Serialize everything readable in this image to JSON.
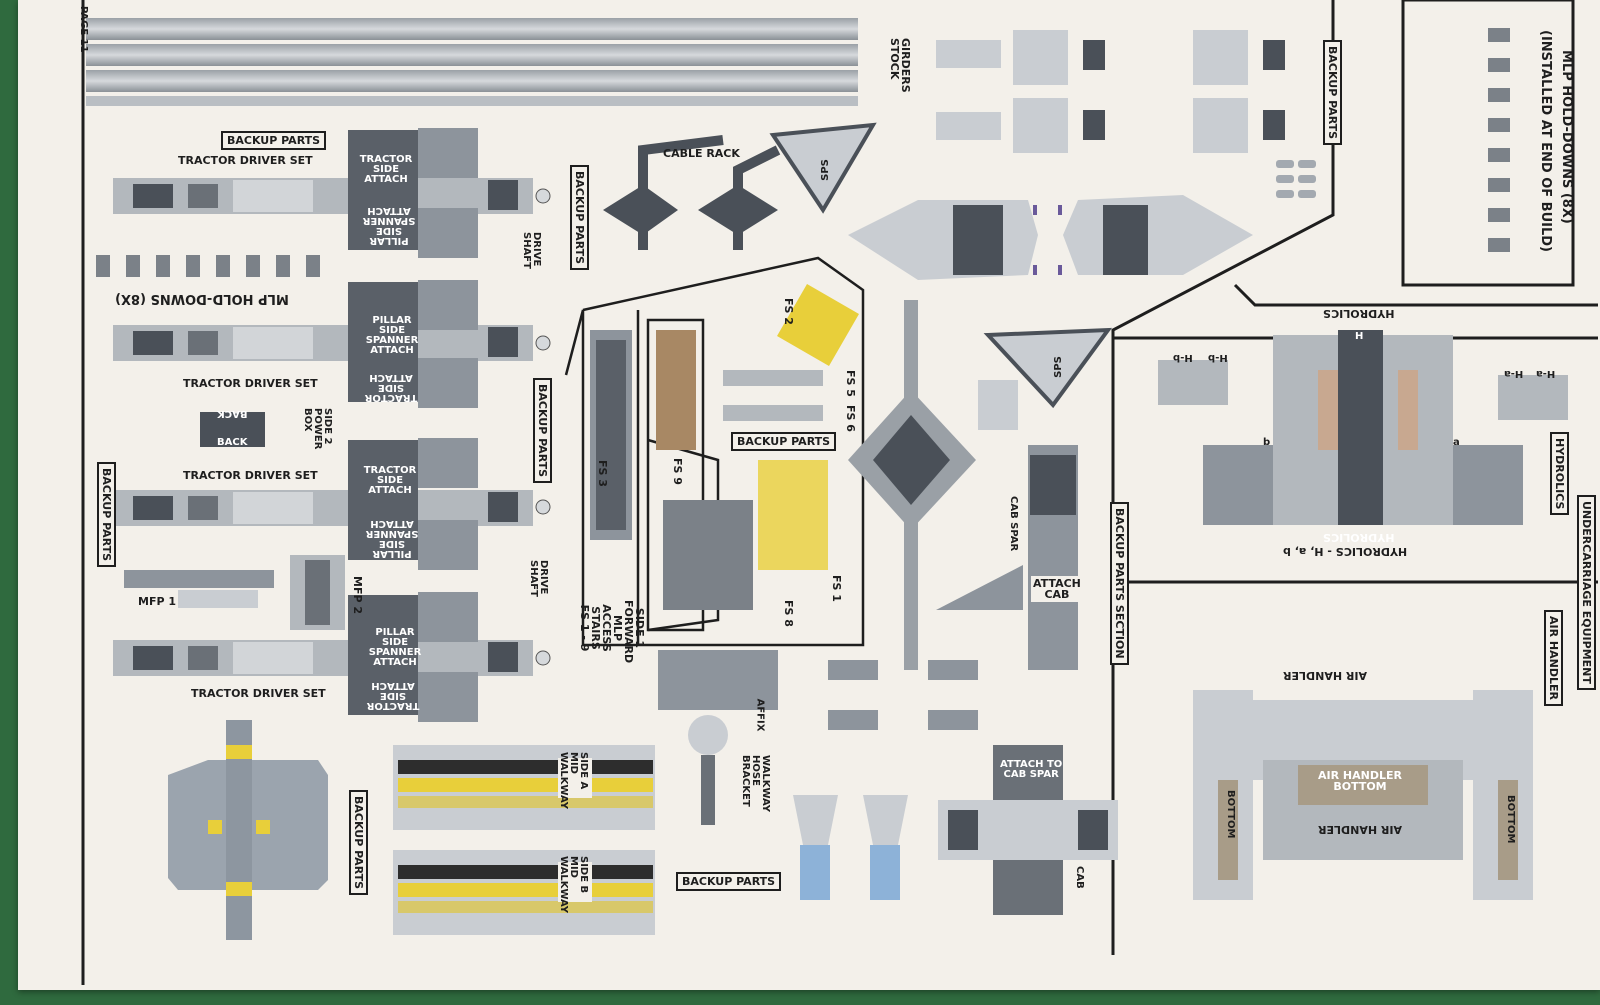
{
  "page_number": "PAGE 11",
  "titles": {
    "hold_downs_installed_line1": "MLP HOLD-DOWNS (8X)",
    "hold_downs_installed_line2": "(INSTALLED AT END OF BUILD)",
    "hold_downs_left": "MLP HOLD-DOWNS (8X)",
    "undercarriage": "UNDERCARRIAGE EQUIPMENT",
    "backup_section": "BACKUP PARTS SECTION",
    "stairs_line1": "SIDE 1 FORWARD",
    "stairs_line2": "MLP ACCESS STAIRS",
    "stairs_line3": "FS 1 - 9"
  },
  "backup_parts_label": "BACKUP PARTS",
  "tractor": {
    "driver_set": "TRACTOR DRIVER SET",
    "side_attach": "TRACTOR SIDE ATTACH",
    "pillar_spanner": "PILLAR SIDE SPANNER ATTACH",
    "drive_shaft": "DRIVE SHAFT"
  },
  "power_box": {
    "label": "SIDE 2 POWER BOX",
    "back": "BACK"
  },
  "mfp": {
    "one": "MFP 1",
    "two": "MFP 2"
  },
  "girders": "GIRDERS STOCK",
  "cable_rack": "CABLE RACK",
  "sps": "SPS",
  "fs": {
    "fs1": "FS 1",
    "fs2": "FS 2",
    "fs3": "FS 3",
    "fs5": "FS 5",
    "fs6": "FS 6",
    "fs8": "FS 8",
    "fs9": "FS 9"
  },
  "hydrolics": {
    "title": "HYDROLICS",
    "sub": "HYDROLICS - H, a, b",
    "h": "H",
    "hb": "H-b",
    "ha": "H-a",
    "b": "b",
    "a": "a"
  },
  "air_handler": {
    "title": "AIR HANDLER",
    "bottom_line1": "AIR HANDLER",
    "bottom_line2": "BOTTOM",
    "bottom": "BOTTOM"
  },
  "cab": {
    "cab_spar": "CAB SPAR",
    "attach_cab_line1": "ATTACH",
    "attach_cab_line2": "CAB",
    "attach_to_cab_spar_line1": "ATTACH TO",
    "attach_to_cab_spar_line2": "CAB SPAR",
    "cab": "CAB"
  },
  "walkway": {
    "side_a": "SIDE A MID WALKWAY",
    "side_b": "SIDE B MID WALKWAY",
    "hose_bracket": "WALKWAY HOSE BRACKET",
    "affix": "AFFIX"
  },
  "colors": {
    "paper": "#f3f0ea",
    "ink": "#1e1e1e",
    "dark_grey": "#4a5058",
    "mid_grey": "#8d949c",
    "light_grey": "#c9cdd2",
    "yellow": "#e8cf3a",
    "blue": "#8db2d8",
    "tan": "#a89c88",
    "purple": "#6a5a9a"
  }
}
